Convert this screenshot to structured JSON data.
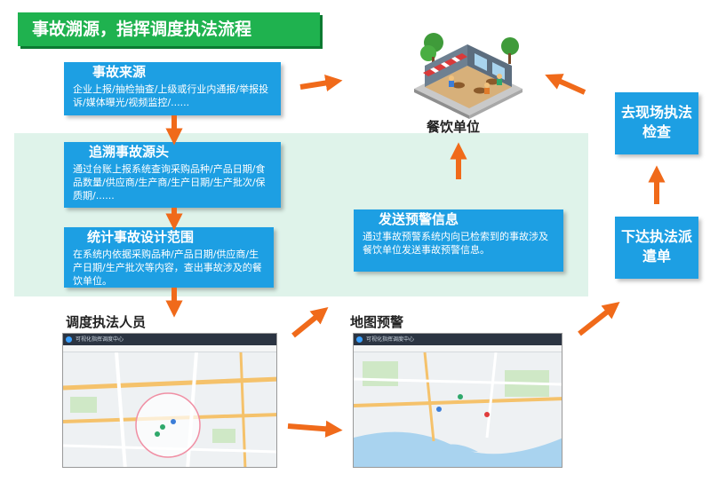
{
  "title": "事故溯源，指挥调度执法流程",
  "steps": {
    "source": {
      "head": "事故来源",
      "body": "企业上报/抽检抽查/上级或行业内通报/举报投诉/媒体曝光/视频监控/......"
    },
    "trace": {
      "head": "追溯事故源头",
      "body": "通过台账上报系统查询采购品种/产品日期/食品数量/供应商/生产商/生产日期/生产批次/保质期/......"
    },
    "stat": {
      "head": "统计事故设计范围",
      "body": "在系统内依据采购品种/产品日期/供应商/生产日期/生产批次等内容，查出事故涉及的餐饮单位。"
    },
    "warn": {
      "head": "发送预警信息",
      "body": "通过事故预警系统内向已检索到的事故涉及餐饮单位发送事故预警信息。"
    }
  },
  "labels": {
    "restaurant": "餐饮单位",
    "dispatcher": "调度执法人员",
    "map_warning": "地图预警",
    "onsite": "去现场执法检查",
    "dispatch": "下达执法派遣单"
  },
  "map_header": "可视化指挥调度中心",
  "colors": {
    "title_green": "#1fb24f",
    "box_blue": "#1d9fe3",
    "arrow_orange": "#f06a1a",
    "band": "#dff3ea"
  },
  "icons": [
    "restaurant-icon",
    "arrow-icon"
  ]
}
